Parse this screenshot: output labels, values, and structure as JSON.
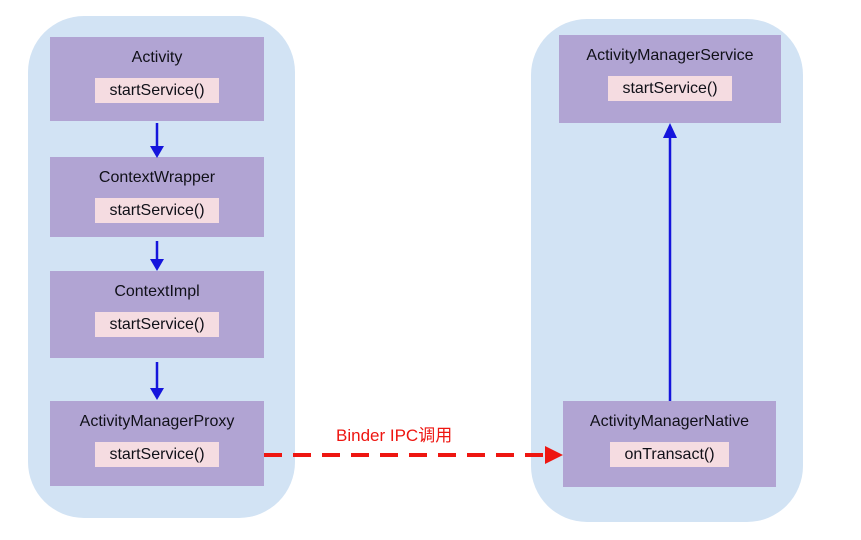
{
  "diagram": {
    "client": {
      "nodes": [
        {
          "title": "Activity",
          "method": "startService()"
        },
        {
          "title": "ContextWrapper",
          "method": "startService()"
        },
        {
          "title": "ContextImpl",
          "method": "startService()"
        },
        {
          "title": "ActivityManagerProxy",
          "method": "startService()"
        }
      ]
    },
    "server": {
      "nodes": [
        {
          "title": "ActivityManagerService",
          "method": "startService()"
        },
        {
          "title": "ActivityManagerNative",
          "method": "onTransact()"
        }
      ]
    },
    "ipc_arrow_label": "Binder IPC调用",
    "colors": {
      "container_bg": "#d2e3f4",
      "node_bg": "#b1a4d3",
      "method_bg": "#f5dce1",
      "arrow_blue": "#1515dc",
      "arrow_red": "#ee1611",
      "text_color": "#101018"
    }
  }
}
